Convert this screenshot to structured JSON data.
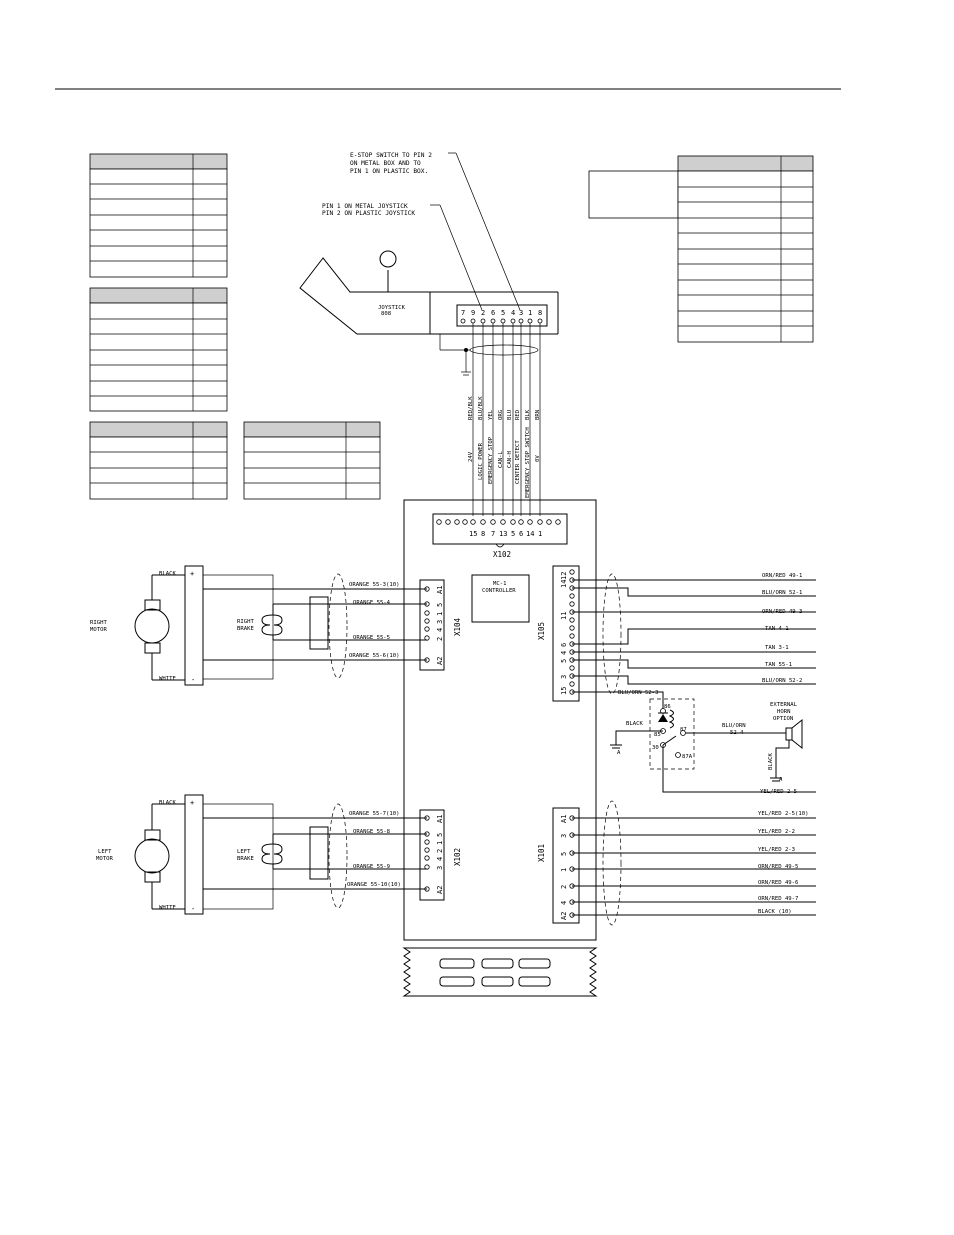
{
  "joystick": {
    "note_estop": [
      "E-STOP SWITCH TO PIN 2",
      "ON METAL BOX AND TO",
      "PIN 1 ON PLASTIC BOX."
    ],
    "note_pin": [
      "PIN 1 ON METAL JOYSTICK",
      "PIN 2 ON PLASTIC JOYSTICK"
    ],
    "label": [
      "JOYSTICK",
      "808"
    ],
    "pins": [
      "7",
      "9",
      "2",
      "6",
      "5",
      "4",
      "3",
      "1",
      "8"
    ],
    "wire_colors": [
      "RED/BLK",
      "BLU/BLK",
      "YEL",
      "ORG",
      "BLU",
      "RED",
      "BLK",
      "BRN"
    ],
    "signals": [
      "24V",
      "LOGIC POWER",
      "EMERGENCY STOP",
      "CAN-L",
      "CAN-H",
      "CENTER DETECT",
      "EMERGENCY STOP SWITCH",
      "0V"
    ]
  },
  "controller": {
    "label": [
      "MC-1",
      "CONTROLLER"
    ],
    "x102_label": "X102",
    "x102_pins": [
      "15",
      "8",
      "7",
      "13",
      "5",
      "6",
      "14",
      "1"
    ]
  },
  "x104": {
    "label": "X104",
    "pins": [
      "A1",
      "5",
      "1",
      "3",
      "4",
      "2",
      "A2"
    ],
    "wires": [
      "ORANGE 55-3(10)",
      "ORANGE 55-4",
      "ORANGE 55-5",
      "ORANGE 55-6(10)"
    ]
  },
  "x102b": {
    "label": "X102",
    "pins": [
      "A1",
      "5",
      "1",
      "2",
      "4",
      "3",
      "A2"
    ],
    "wires": [
      "ORANGE 55-7(10)",
      "ORANGE 55-8",
      "ORANGE 55-9",
      "ORANGE 55-10(10)"
    ]
  },
  "x105": {
    "label": "X105",
    "pins": [
      "14",
      "12",
      "11",
      "6",
      "4",
      "5",
      "3",
      "15"
    ],
    "wires": [
      "ORN/RED 49-1",
      "BLU/ORN 52-1",
      "ORN/RED 49-3",
      "TAN 4-1",
      "TAN 3-1",
      "TAN 55-1",
      "BLU/ORN 52-2",
      "BLU/ORN 52-3"
    ]
  },
  "x101": {
    "label": "X101",
    "pins": [
      "A1",
      "3",
      "5",
      "1",
      "2",
      "4",
      "A2"
    ],
    "wires": [
      "YEL/RED 2-5(10)",
      "YEL/RED 2-2",
      "YEL/RED 2-3",
      "ORN/RED 49-5",
      "ORN/RED 49-6",
      "ORN/RED 49-7",
      "BLACK (10)"
    ]
  },
  "motors": {
    "right": [
      "RIGHT",
      "MOTOR"
    ],
    "left": [
      "LEFT",
      "MOTOR"
    ],
    "right_brake": [
      "RIGHT",
      "BRAKE"
    ],
    "left_brake": [
      "LEFT",
      "BRAKE"
    ],
    "black": "BLACK",
    "white": "WHITE",
    "plus": "+",
    "minus": "-"
  },
  "horn": {
    "relay_pins": [
      "86",
      "85",
      "87",
      "30",
      "87A"
    ],
    "black": "BLACK",
    "ground": "A",
    "blu_orn": [
      "BLU/ORN",
      "52-4"
    ],
    "horn_label": [
      "EXTERNAL",
      "HORN",
      "OPTION"
    ],
    "horn_black": "BLACK",
    "yel_red": "YEL/RED 2-5"
  },
  "colors": {
    "line": "#000000",
    "table_header": "#cfcfcf"
  }
}
